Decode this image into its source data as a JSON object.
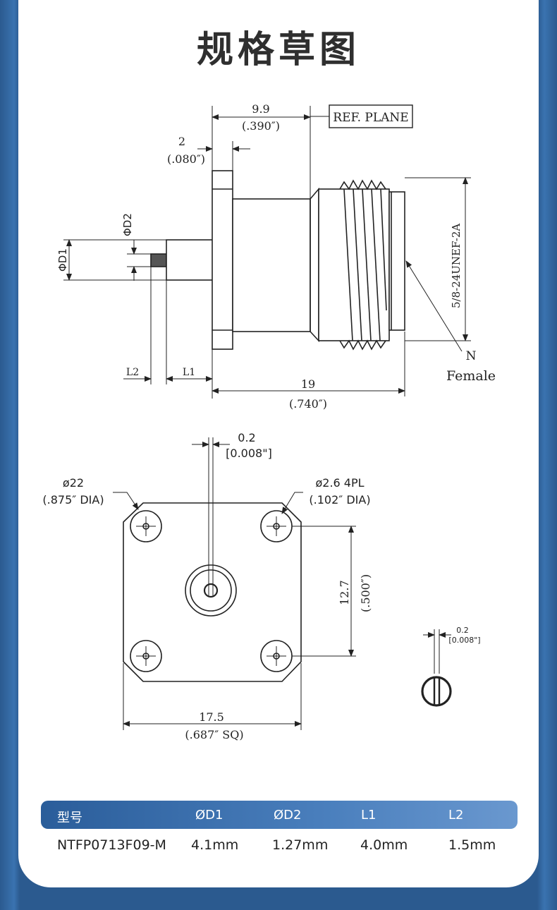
{
  "title": "规格草图",
  "side_view": {
    "dim_9_9": "9.9",
    "dim_9_9_in": "(.390″)",
    "ref_plane": "REF. PLANE",
    "dim_2": "2",
    "dim_2_in": "(.080″)",
    "phi_d2": "ΦD2",
    "phi_d1": "ΦD1",
    "thread": "5/8-24UNEF-2A",
    "n_label": "N",
    "female_label": "Female",
    "l2": "L2",
    "l1": "L1",
    "dim_19": "19",
    "dim_19_in": "(.740″)"
  },
  "front_view": {
    "dim_0_2": "0.2",
    "dim_0_2_in": "[0.008\"]",
    "phi22": "ø22",
    "phi22_in": "(.875″  DIA)",
    "hole": "ø2.6  4PL",
    "hole_in": "(.102″  DIA)",
    "dim_12_7": "12.7",
    "dim_12_7_in": "(.500″)",
    "dim_17_5": "17.5",
    "dim_17_5_in": "(.687″   SQ)"
  },
  "detail": {
    "dim": "0.2",
    "dim_in": "[0.008\"]"
  },
  "table": {
    "headers": [
      "型号",
      "ØD1",
      "ØD2",
      "L1",
      "L2"
    ],
    "row": [
      "NTFP0713F09-M",
      "4.1mm",
      "1.27mm",
      "4.0mm",
      "1.5mm"
    ]
  }
}
